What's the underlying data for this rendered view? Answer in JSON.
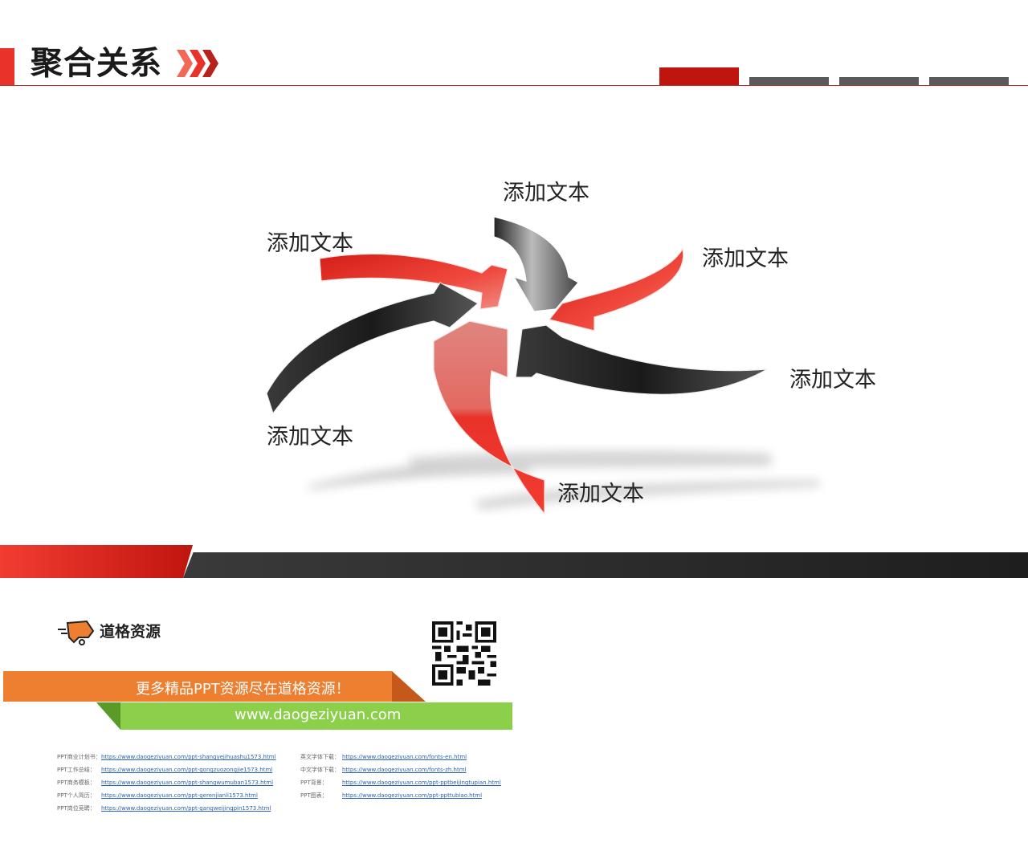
{
  "header": {
    "title": "聚合关系",
    "tabs": [
      {
        "color": "#c0140e",
        "active": true
      },
      {
        "color": "#5a5a5a",
        "active": false
      },
      {
        "color": "#5a5a5a",
        "active": false
      },
      {
        "color": "#5a5a5a",
        "active": false
      }
    ]
  },
  "diagram": {
    "type": "converging-arrows",
    "center_description": "Six 3D curved arrows (alternating red and dark gray) converging on a central point",
    "labels": [
      {
        "id": "top",
        "text": "添加文本",
        "arrow_color": "gray"
      },
      {
        "id": "upper-left",
        "text": "添加文本",
        "arrow_color": "red"
      },
      {
        "id": "upper-right",
        "text": "添加文本",
        "arrow_color": "red"
      },
      {
        "id": "right",
        "text": "添加文本",
        "arrow_color": "gray"
      },
      {
        "id": "lower-left",
        "text": "添加文本",
        "arrow_color": "gray"
      },
      {
        "id": "bottom",
        "text": "添加文本",
        "arrow_color": "red"
      }
    ],
    "colors": {
      "red": "#e8322a",
      "dark": "#2e2e2e",
      "light_gray": "#b8b8b8"
    }
  },
  "footer": {
    "brand": "道格资源",
    "slogan": "更多精品PPT资源尽在道格资源！",
    "website": "www.daogeziyuan.com",
    "links_left": [
      {
        "label": "PPT商业计划书：",
        "url": "https://www.daogeziyuan.com/ppt-shangyejihuashu1573.html"
      },
      {
        "label": "PPT工作总结：",
        "url": "https://www.daogeziyuan.com/ppt-gongzuozongjie1573.html"
      },
      {
        "label": "PPT商务模板：",
        "url": "https://www.daogeziyuan.com/ppt-shangwumuban1573.html"
      },
      {
        "label": "PPT个人简历：",
        "url": "https://www.daogeziyuan.com/ppt-gerenjianli1573.html"
      },
      {
        "label": "PPT岗位竞聘：",
        "url": "https://www.daogeziyuan.com/ppt-gangweijingpin1573.html"
      }
    ],
    "links_right": [
      {
        "label": "英文字体下载：",
        "url": "https://www.daogeziyuan.com/fonts-en.html"
      },
      {
        "label": "中文字体下载：",
        "url": "https://www.daogeziyuan.com/fonts-zh.html"
      },
      {
        "label": "PPT背景：",
        "url": "https://www.daogeziyuan.com/ppt-pptbeijingtupian.html"
      },
      {
        "label": "PPT图表：",
        "url": "https://www.daogeziyuan.com/ppt-ppttubiao.html"
      }
    ]
  }
}
